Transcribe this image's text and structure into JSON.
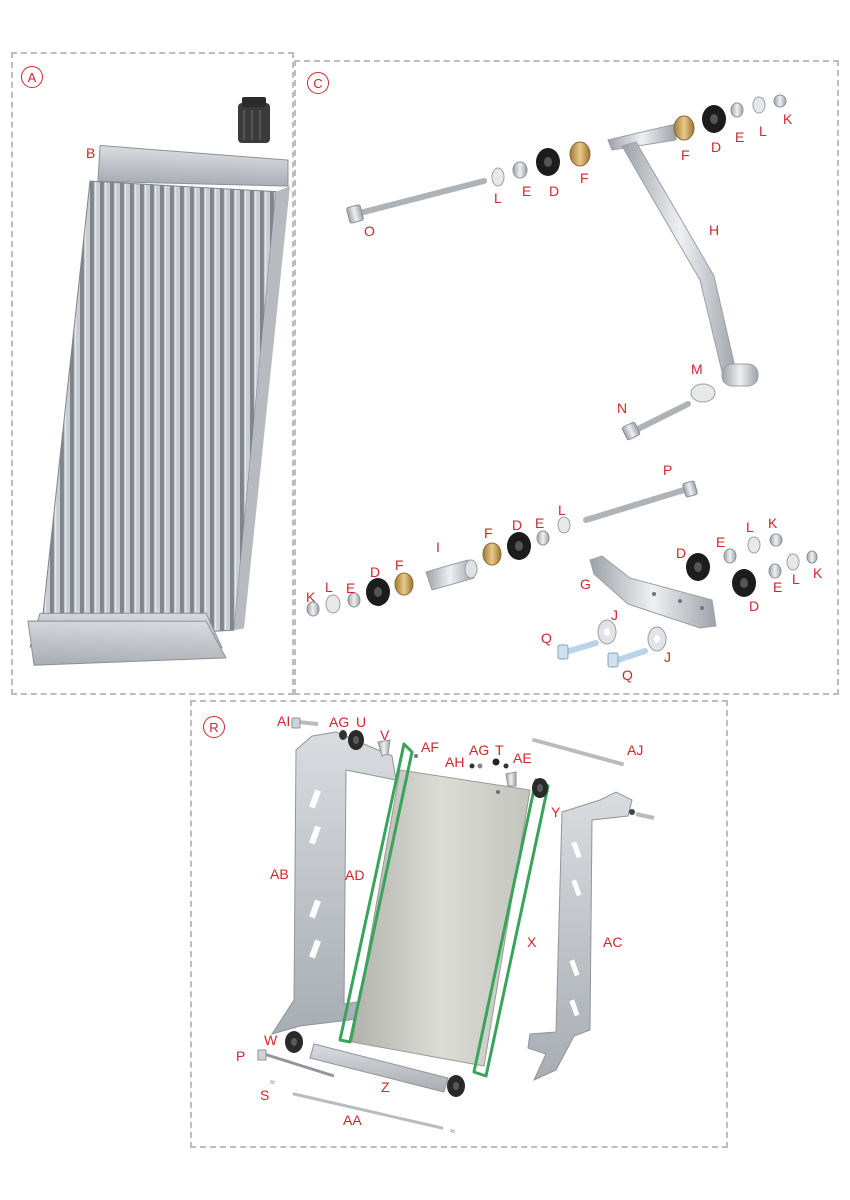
{
  "sections": {
    "a": "A",
    "c": "C",
    "r": "R"
  },
  "labels": {
    "a": {
      "b": "B"
    },
    "c": {
      "o": "O",
      "l1": "L",
      "e1": "E",
      "d1": "D",
      "f1": "F",
      "f2": "F",
      "d2": "D",
      "e2": "E",
      "l2": "L",
      "k1": "K",
      "h": "H",
      "m": "M",
      "n": "N",
      "p": "P",
      "k2": "K",
      "l3": "L",
      "e3": "E",
      "d3": "D",
      "f3": "F",
      "i": "I",
      "f4": "F",
      "d4": "D",
      "e4": "E",
      "l4": "L",
      "g": "G",
      "d5": "D",
      "e5": "E",
      "l5": "L",
      "k3": "K",
      "d6": "D",
      "e6": "E",
      "l6": "L",
      "k4": "K",
      "j1": "J",
      "j2": "J",
      "q1": "Q",
      "q2": "Q"
    },
    "r": {
      "ai": "AI",
      "ag1": "AG",
      "u": "U",
      "v": "V",
      "af": "AF",
      "ag2": "AG",
      "t": "T",
      "ah": "AH",
      "ae": "AE",
      "aj": "AJ",
      "y": "Y",
      "ab": "AB",
      "ad": "AD",
      "x": "X",
      "ac": "AC",
      "w": "W",
      "p": "P",
      "z": "Z",
      "s": "S",
      "aa": "AA"
    }
  },
  "colors": {
    "label": "#d2262c",
    "gasket_outline": "#3aa35c",
    "panel_border": "#bdbdbd"
  }
}
